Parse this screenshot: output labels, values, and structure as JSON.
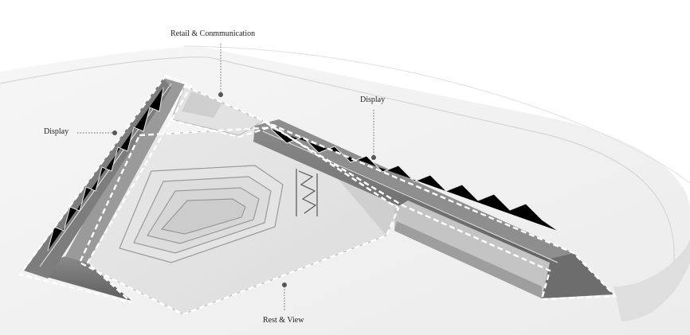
{
  "labels": {
    "retail": "Retail & Conmmunication",
    "display_left": "Display",
    "display_right": "Display",
    "rest": "Rest & View"
  },
  "colors": {
    "background": "#ffffff",
    "ground": "#f1f1f1",
    "truss_dark": "#6e6e6e",
    "outline": "#ffffff",
    "leader": "#666666",
    "text": "#222222"
  }
}
